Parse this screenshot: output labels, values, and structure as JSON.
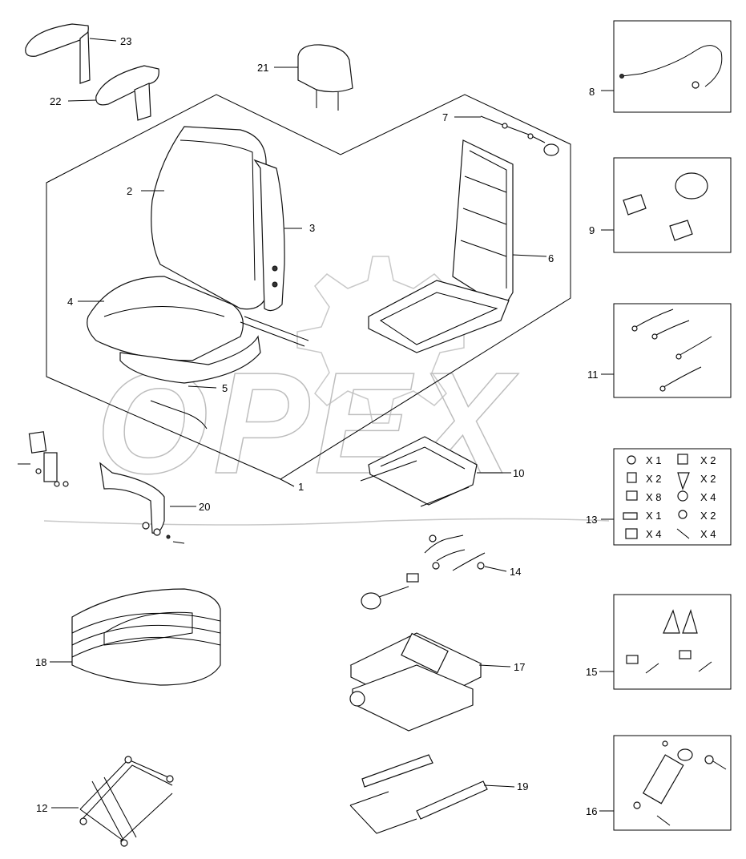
{
  "watermark": "OPEX",
  "callouts": {
    "p1": "1",
    "p2": "2",
    "p3": "3",
    "p4": "4",
    "p5": "5",
    "p6": "6",
    "p7": "7",
    "p8": "8",
    "p9": "9",
    "p10": "10",
    "p11": "11",
    "p12": "12",
    "p13": "13",
    "p14": "14",
    "p15": "15",
    "p16": "16",
    "p17": "17",
    "p18": "18",
    "p19": "19",
    "p20": "20",
    "p21": "21",
    "p22": "22",
    "p23": "23"
  },
  "kit13": {
    "left": [
      "X 1",
      "X 2",
      "X 8",
      "X 1",
      "X 4"
    ],
    "right": [
      "X 2",
      "X 2",
      "X 4",
      "X 2",
      "X 4"
    ]
  }
}
